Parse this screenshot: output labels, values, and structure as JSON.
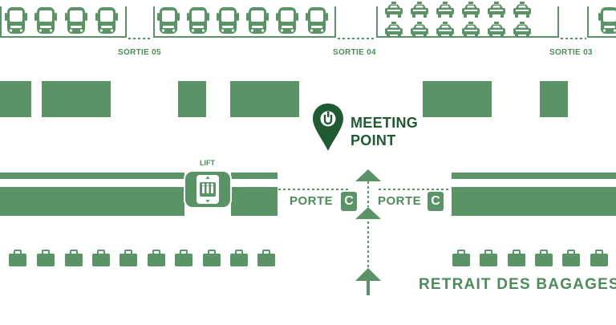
{
  "exits": [
    {
      "label": "SORTIE",
      "number": "05"
    },
    {
      "label": "SORTIE",
      "number": "04"
    },
    {
      "label": "SORTIE",
      "number": "03"
    }
  ],
  "meeting_point": {
    "line1": "MEETING",
    "line2": "POINT"
  },
  "lift_label": "LIFT",
  "doors": [
    {
      "label": "PORTE",
      "letter": "C"
    },
    {
      "label": "PORTE",
      "letter": "C"
    }
  ],
  "baggage_claim_label": "RETRAIT DES BAGAGES",
  "colors": {
    "primary_green": "#5a9466",
    "dark_green": "#1f5a32",
    "background": "#ffffff"
  },
  "icons": [
    "bus-icon",
    "taxi-icon",
    "elevator-icon",
    "luggage-icon",
    "map-pin-icon",
    "arrow-up-icon"
  ]
}
